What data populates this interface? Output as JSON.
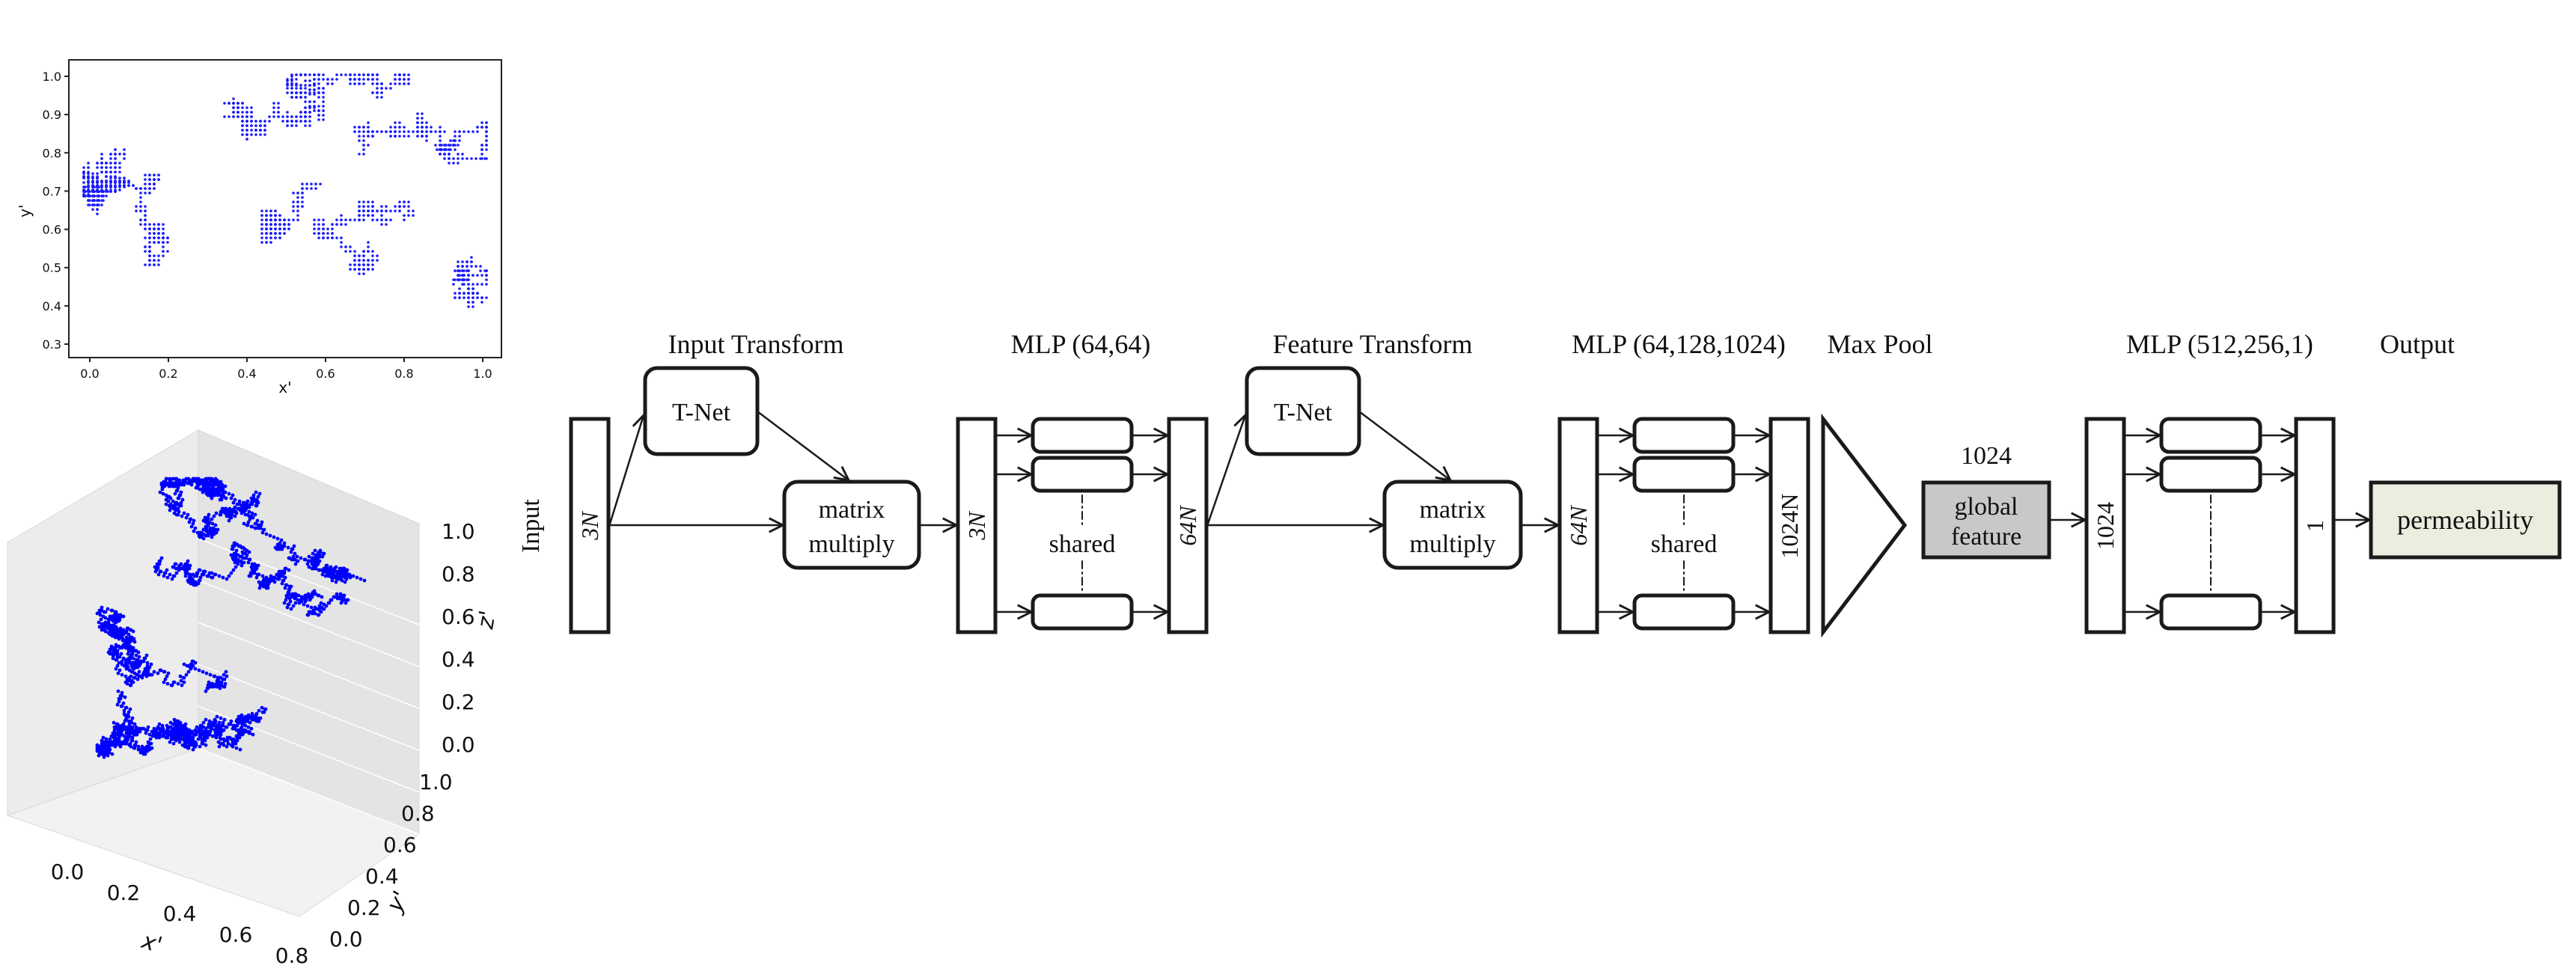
{
  "plot2d": {
    "xlabel": "x'",
    "ylabel": "y'",
    "xticks": [
      "0.0",
      "0.2",
      "0.4",
      "0.6",
      "0.8",
      "1.0"
    ],
    "yticks": [
      "0.3",
      "0.4",
      "0.5",
      "0.6",
      "0.7",
      "0.8",
      "0.9",
      "1.0"
    ],
    "point_color": "#1a1aff"
  },
  "plot3d": {
    "xlabel": "x'",
    "ylabel": "y'",
    "zlabel": "z'",
    "xticks": [
      "0.0",
      "0.2",
      "0.4",
      "0.6",
      "0.8"
    ],
    "yticks": [
      "0.0",
      "0.2",
      "0.4",
      "0.6",
      "0.8",
      "1.0"
    ],
    "zticks": [
      "0.0",
      "0.2",
      "0.4",
      "0.6",
      "0.8",
      "1.0"
    ],
    "point_color": "#0000ff"
  },
  "network": {
    "input_label": "Input",
    "input_transform_title": "Input Transform",
    "feature_transform_title": "Feature Transform",
    "mlp1_title": "MLP (64,64)",
    "mlp2_title": "MLP (64,128,1024)",
    "maxpool_title": "Max Pool",
    "mlp3_title": "MLP (512,256,1)",
    "output_title": "Output",
    "tnet_label": "T-Net",
    "matrix_line1": "matrix",
    "matrix_line2": "multiply",
    "shared_label": "shared",
    "dim_3n": "3N",
    "dim_64n": "64N",
    "dim_1024n": "1024N",
    "dim_1024": "1024",
    "dim_1": "1",
    "global_dim": "1024",
    "global_line1": "global",
    "global_line2": "feature",
    "output_label": "permeability",
    "colors": {
      "global_fill": "#c8c8c8",
      "output_fill": "#ececdf",
      "stroke": "#1a1a1a"
    }
  }
}
